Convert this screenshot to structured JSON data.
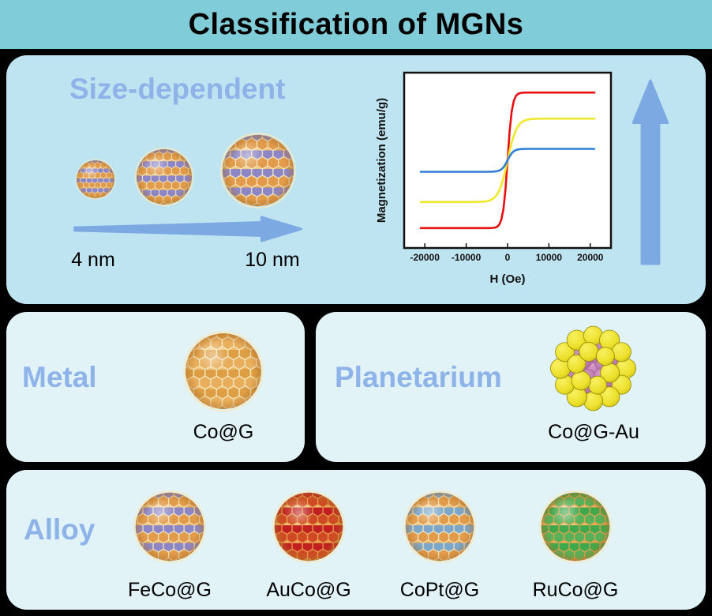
{
  "header": {
    "title": "Classification of MGNs"
  },
  "panels": {
    "size": {
      "label": "Size-dependent",
      "min_size": "4 nm",
      "max_size": "10 nm"
    },
    "metal": {
      "label": "Metal",
      "particle": "Co@G"
    },
    "planetarium": {
      "label": "Planetarium",
      "particle": "Co@G-Au"
    },
    "alloy": {
      "label": "Alloy",
      "particles": [
        {
          "label": "FeCo@G"
        },
        {
          "label": "AuCo@G"
        },
        {
          "label": "CoPt@G"
        },
        {
          "label": "RuCo@G"
        }
      ]
    }
  },
  "chart_data": {
    "type": "line",
    "title": "",
    "xlabel": "H (Oe)",
    "ylabel": "Magnetization (emu/g)",
    "xlim": [
      -25000,
      25000
    ],
    "ylim": [
      -75,
      75
    ],
    "x_ticks": [
      -20000,
      -10000,
      0,
      10000,
      20000
    ],
    "grid": false,
    "legend": false,
    "series": [
      {
        "name": "red",
        "color": "#e80f0f",
        "amplitude": 65,
        "steepness": 1100
      },
      {
        "name": "yellow",
        "color": "#f0e82a",
        "amplitude": 40,
        "steepness": 2200
      },
      {
        "name": "blue",
        "color": "#2e7fd6",
        "amplitude": 11,
        "steepness": 1400
      }
    ]
  },
  "colors": {
    "page_bg": "#000000",
    "header_bg": "#80ccd8",
    "panel_top_bg": "#bfe4f1",
    "panel_bg": "#e2f3f8",
    "heading_color": "#8db3e8",
    "text_color": "#000000",
    "arrow_color": "#7da9e3",
    "chart_frame": "#111111",
    "sphere_light": "#f7d89e",
    "sphere_mid": "#e9a94e",
    "sphere_dark": "#b06f25",
    "hex_line": "#f4e9c2",
    "hex_line_warm": "#eaa34f",
    "cell_purple": "#8d86c6",
    "cell_orange": "#e19b4b",
    "cell_metal_a": "#de9e44",
    "cell_metal_b": "#e8ae5c",
    "cell_red_a": "#c22020",
    "cell_red_b": "#cf4a24",
    "cell_blue_a": "#7ca7cb",
    "cell_blue_b": "#e19b4b",
    "cell_green_a": "#3fa94d",
    "cell_green_b": "#58b159",
    "au_light": "#f8f161",
    "au_mid": "#ecdf2a",
    "au_dark": "#c9bd10",
    "au_edge": "#8f8a0c",
    "core_light": "#d9a0cc",
    "core_dark": "#a55e9a"
  }
}
